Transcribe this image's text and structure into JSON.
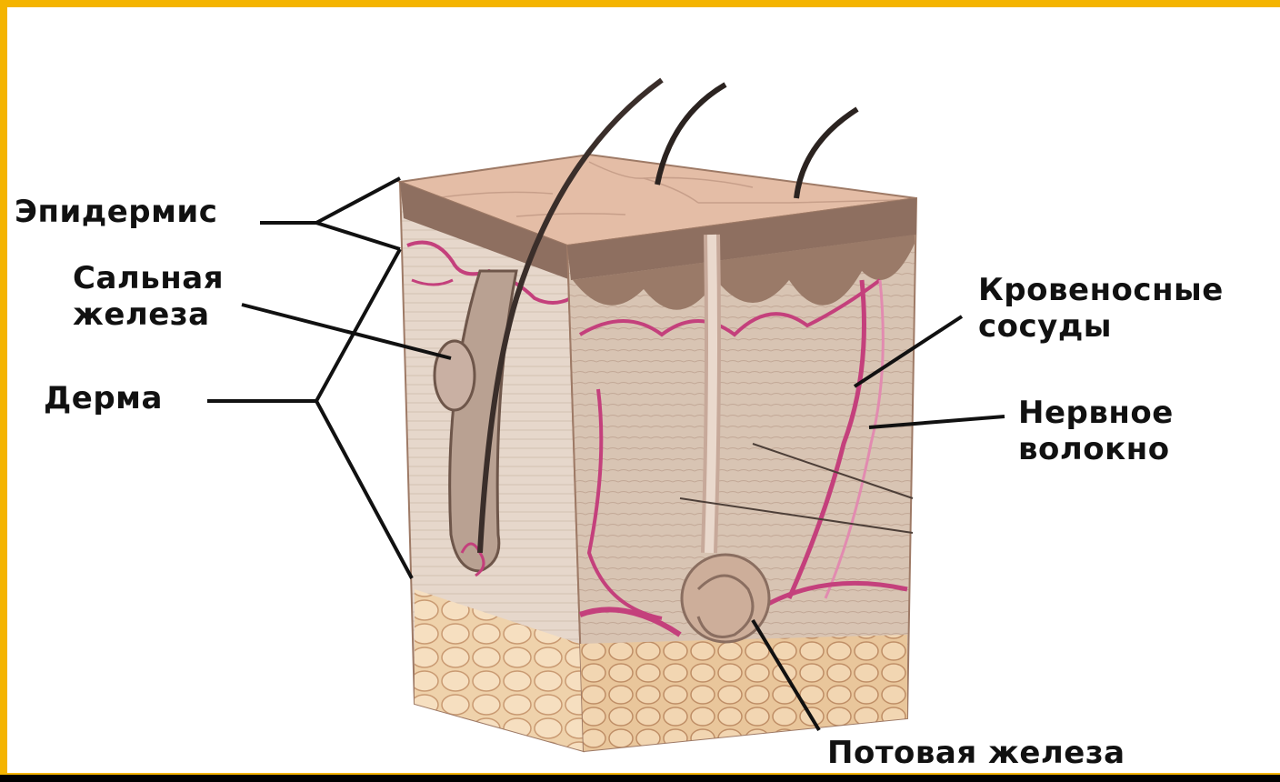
{
  "labels": {
    "epidermis": "Эпидермис",
    "sebaceous_line1": "Сальная",
    "sebaceous_line2": "железа",
    "dermis": "Дерма",
    "vessels_line1": "Кровеносные",
    "vessels_line2": "сосуды",
    "nerve_line1": "Нервное",
    "nerve_line2": "волокно",
    "sweat_gland": "Потовая железа"
  },
  "colors": {
    "frame": "#f4b400",
    "text": "#111111",
    "skin_surface": "#e2b9a2",
    "epidermis_dark": "#8c6a58",
    "dermis": "#dcc8b6",
    "fat": "#efcfa4",
    "vessel": "#c4407c"
  }
}
